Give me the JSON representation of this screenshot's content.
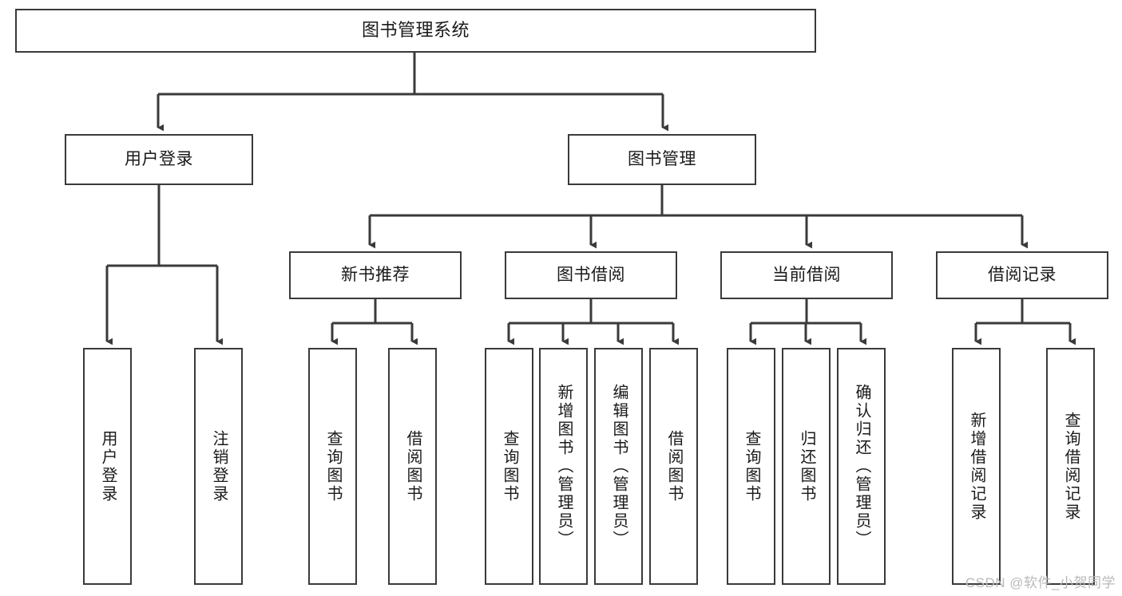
{
  "diagram": {
    "title": "图书管理系统",
    "type": "tree-hierarchy-chart",
    "stroke_color": "#3a3a3a",
    "background_color": "#ffffff",
    "root": {
      "label": "图书管理系统"
    },
    "level2": [
      {
        "label": "用户登录"
      },
      {
        "label": "图书管理"
      }
    ],
    "level3": [
      {
        "label": "新书推荐"
      },
      {
        "label": "图书借阅"
      },
      {
        "label": "当前借阅"
      },
      {
        "label": "借阅记录"
      }
    ],
    "leaves": [
      {
        "label": "用户登录"
      },
      {
        "label": "注销登录"
      },
      {
        "label": "查询图书"
      },
      {
        "label": "借阅图书"
      },
      {
        "label": "查询图书"
      },
      {
        "label": "新增图书（管理员）"
      },
      {
        "label": "编辑图书（管理员）"
      },
      {
        "label": "借阅图书"
      },
      {
        "label": "查询图书"
      },
      {
        "label": "归还图书"
      },
      {
        "label": "确认归还（管理员）"
      },
      {
        "label": "新增借阅记录"
      },
      {
        "label": "查询借阅记录"
      }
    ]
  },
  "watermark": {
    "text": "CSDN @软件_小贺同学"
  }
}
